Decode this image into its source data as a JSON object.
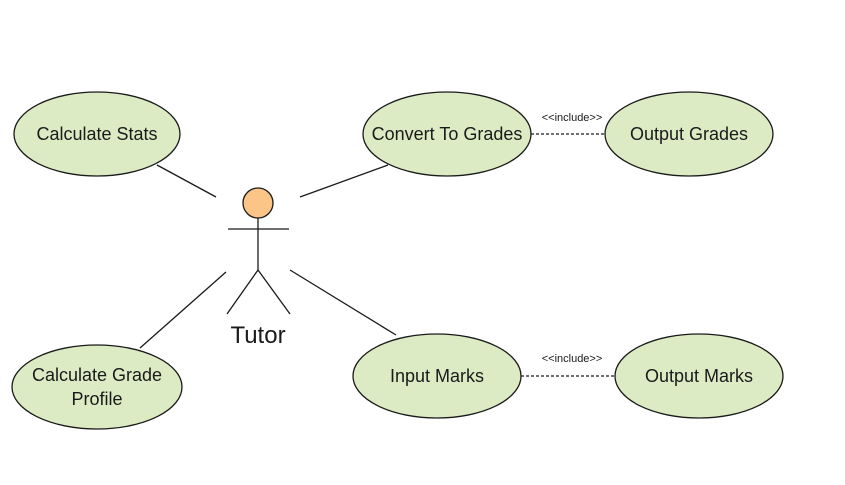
{
  "actor": {
    "name": "Tutor"
  },
  "use_cases": {
    "calculate_stats": "Calculate Stats",
    "convert_to_grades": "Convert To Grades",
    "output_grades": "Output Grades",
    "calculate_grade_profile_line1": "Calculate Grade",
    "calculate_grade_profile_line2": "Profile",
    "input_marks": "Input Marks",
    "output_marks": "Output Marks"
  },
  "relations": {
    "include_top": "<<include>>",
    "include_bottom": "<<include>>"
  },
  "colors": {
    "use_case_fill": "#dcebc4",
    "actor_head_fill": "#fbc587",
    "stroke": "#1a1a1a"
  }
}
